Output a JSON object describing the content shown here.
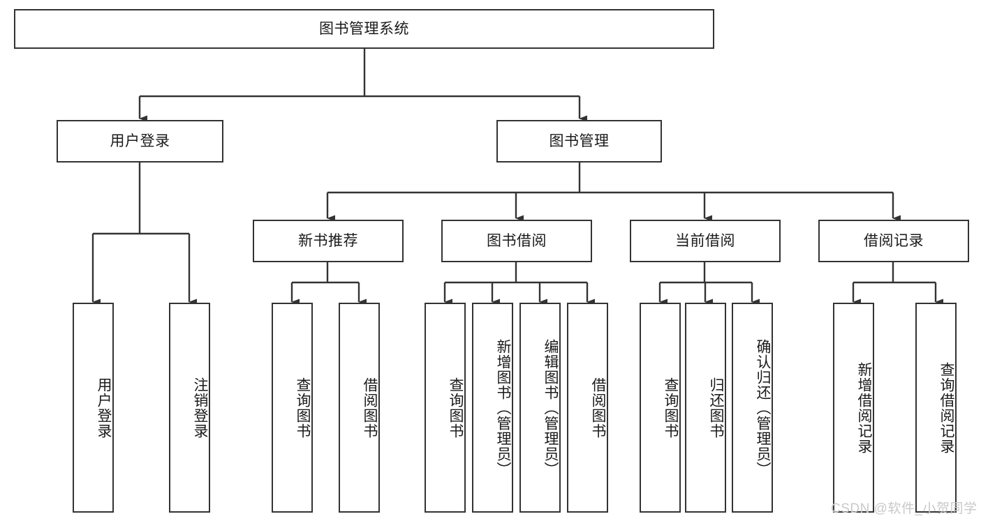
{
  "diagram": {
    "title": "图书管理系统",
    "type": "tree-hierarchy",
    "root": {
      "label": "图书管理系统"
    },
    "level2": [
      {
        "label": "用户登录"
      },
      {
        "label": "图书管理"
      }
    ],
    "level3": [
      {
        "label": "新书推荐"
      },
      {
        "label": "图书借阅"
      },
      {
        "label": "当前借阅"
      },
      {
        "label": "借阅记录"
      }
    ],
    "leaves": {
      "user_login": [
        {
          "label": "用户登录"
        },
        {
          "label": "注销登录"
        }
      ],
      "new_book_recommend": [
        {
          "label": "查询图书"
        },
        {
          "label": "借阅图书"
        }
      ],
      "book_borrow": [
        {
          "label": "查询图书"
        },
        {
          "label": "新增图书（管理员）"
        },
        {
          "label": "编辑图书（管理员）"
        },
        {
          "label": "借阅图书"
        }
      ],
      "current_borrow": [
        {
          "label": "查询图书"
        },
        {
          "label": "归还图书"
        },
        {
          "label": "确认归还（管理员）"
        }
      ],
      "borrow_record": [
        {
          "label": "新增借阅记录"
        },
        {
          "label": "查询借阅记录"
        }
      ]
    }
  },
  "watermark": {
    "text": "CSDN @软件_小贺同学"
  },
  "colors": {
    "border": "#333333",
    "text": "#1a1a1a",
    "connector": "#333333",
    "background": "#ffffff",
    "watermark": "#c9c9c9"
  }
}
